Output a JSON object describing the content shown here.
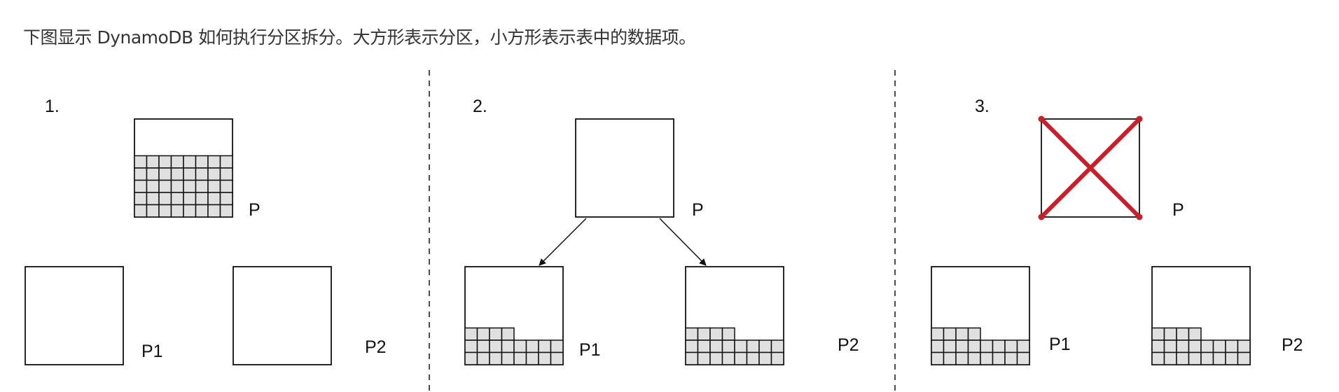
{
  "caption": "下图显示 DynamoDB 如何执行分区拆分。大方形表示分区，小方形表示表中的数据项。",
  "colors": {
    "cell_fill": "#e0e0e0",
    "stroke": "#111111",
    "cross": "#c8202a"
  },
  "panels": [
    {
      "step": "1.",
      "parent_label": "P",
      "child1_label": "P1",
      "child2_label": "P2",
      "parent_items_rows": [
        8,
        8,
        8,
        8,
        8
      ],
      "child_items_rows": [],
      "parent_crossed": false,
      "arrows": false
    },
    {
      "step": "2.",
      "parent_label": "P",
      "child1_label": "P1",
      "child2_label": "P2",
      "parent_items_rows": [],
      "child_items_rows": [
        4,
        8,
        8
      ],
      "parent_crossed": false,
      "arrows": true
    },
    {
      "step": "3.",
      "parent_label": "P",
      "child1_label": "P1",
      "child2_label": "P2",
      "parent_items_rows": [],
      "child_items_rows": [
        4,
        8,
        8
      ],
      "parent_crossed": true,
      "arrows": false
    }
  ]
}
